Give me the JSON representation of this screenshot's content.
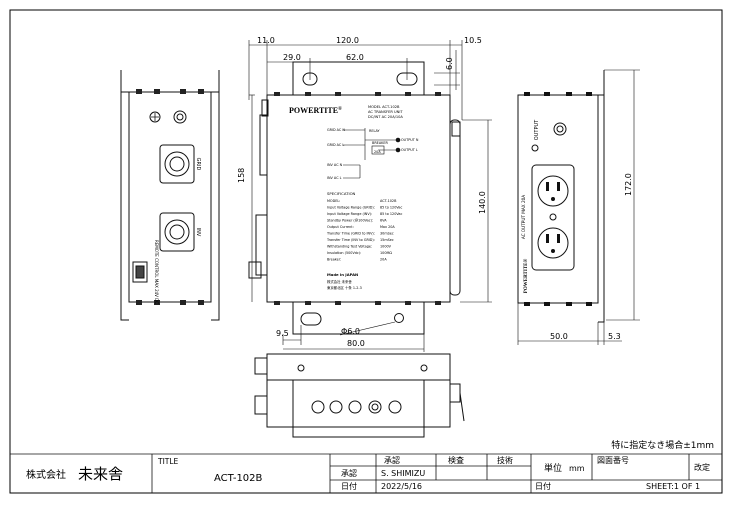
{
  "dimensions": {
    "top_left": "11.0",
    "top_overall": "120.0",
    "top_right": "10.5",
    "hole_offset": "29.0",
    "hole_pitch": "62.0",
    "hole_height": "6.0",
    "front_height": "158",
    "body_height": "140.0",
    "side_height": "172.0",
    "side_depth": "50.0",
    "side_flange": "5.3",
    "bottom_left": "9.5",
    "bottom_hole": "Φ6.0",
    "bottom_width": "80.0"
  },
  "views": {
    "left": {
      "grid": "GRID",
      "inv": "INV",
      "remote": "REMOTE CONTROL MAX 24V DC"
    },
    "right": {
      "output": "OUTPUT",
      "ac_output": "AC OUTPUT MAX 20A",
      "brand": "POWERTITE®"
    }
  },
  "label": {
    "brand": "POWERTITE",
    "reg": "®",
    "model_lines": [
      "MODEL ACT-102B",
      "AC TRANSFER UNIT",
      "DC/INT AC 20A/10A"
    ],
    "schematic": {
      "grid_ac_n": "GRID AC N",
      "grid_ac_l": "GRID AC L",
      "relay": "RELAY",
      "breaker": "BREAKER",
      "breaker_rating": "20A",
      "output_n": "OUTPUT N",
      "output_l": "OUTPUT L",
      "inv_ac_n": "INV AC N",
      "inv_ac_l": "INV AC L"
    },
    "spec_title": "SPECIFICATION",
    "spec": [
      {
        "k": "MODEL:",
        "v": "ACT-102B"
      },
      {
        "k": "Input Voltage Range (GRID):",
        "v": "85 to 120Vac"
      },
      {
        "k": "Input Voltage Range (INV):",
        "v": "85 to 120Vac"
      },
      {
        "k": "Standby Power (@100Vac):",
        "v": "6VA"
      },
      {
        "k": "Output Current:",
        "v": "Max 20A"
      },
      {
        "k": "Transfer Time (GRID to INV):",
        "v": "30mSec"
      },
      {
        "k": "Transfer Time (INV to GRID):",
        "v": "15mSec"
      },
      {
        "k": "Withstanding Test Voltage:",
        "v": "1000V"
      },
      {
        "k": "Insulation (500Vdc):",
        "v": "100MΩ"
      },
      {
        "k": "Breaker:",
        "v": "20A"
      }
    ],
    "made_in": "Made in JAPAN",
    "company_small": "株式会社 未来舎",
    "address_small": "東京都北区 十条 1-2-3"
  },
  "title_block": {
    "note": "特に指定なき場合±1mm",
    "company": "株式会社",
    "company_name": "未来舎",
    "title_label": "TITLE",
    "title_value": "ACT-102B",
    "approval_header": "承認",
    "check_header": "検査",
    "tech_header": "技術",
    "approval_row_label": "承認",
    "approval_name": "S. SHIMIZU",
    "date_row_label": "日付",
    "date_value": "2022/5/16",
    "unit_label": "単位",
    "unit_value": "mm",
    "drawing_no_label": "図面番号",
    "revision_label": "改定",
    "date_label2": "日付",
    "sheet": "SHEET:1 OF 1"
  }
}
